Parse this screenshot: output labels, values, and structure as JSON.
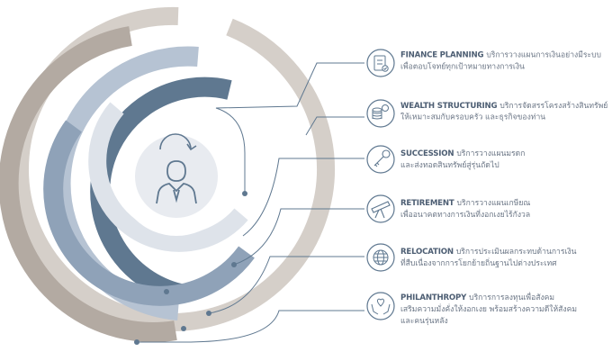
{
  "services": [
    {
      "title": "FINANCE PLANNING",
      "line1": "บริการวางแผนการเงินอย่างมีระบบ",
      "line2": "เพื่อตอบโจทย์ทุกเป้าหมายทางการเงิน",
      "line3": "",
      "icon": "checklist-icon"
    },
    {
      "title": "WEALTH STRUCTURING",
      "line1": "บริการจัดสรรโครงสร้างสินทรัพย์",
      "line2": "ให้เหมาะสมกับครอบครัว และธุรกิจของท่าน",
      "line3": "",
      "icon": "coins-icon"
    },
    {
      "title": "SUCCESSION",
      "line1": "บริการวางแผนมรดก",
      "line2": "และส่งทอดสินทรัพย์สู่รุ่นถัดไป",
      "line3": "",
      "icon": "key-icon"
    },
    {
      "title": "RETIREMENT",
      "line1": "บริการวางแผนเกษียณ",
      "line2": "เพื่ออนาคตทางการเงินที่งอกเงยไร้กังวล",
      "line3": "",
      "icon": "telescope-icon"
    },
    {
      "title": "RELOCATION",
      "line1": "บริการประเมินผลกระทบด้านการเงิน",
      "line2": "ที่สืบเนื่องจากการโยกย้ายถิ่นฐานไปต่างประเทศ",
      "line3": "",
      "icon": "globe-icon"
    },
    {
      "title": "PHILANTHROPY",
      "line1": "บริการการลงทุนเพื่อสังคม",
      "line2": "เสริมความมั่งคั่งให้งอกเงย พร้อมสร้างความดีให้สังคม",
      "line3": "และคนรุ่นหลัง",
      "icon": "hands-heart-icon"
    }
  ],
  "center": {
    "icon": "person-icon",
    "cycle_icon": "cycle-arrow-icon"
  },
  "colors": {
    "ring_outer": "#d5cfc9",
    "ring_taupe": "#b3aaa2",
    "ring_light_blue": "#b6c3d3",
    "ring_dark_blue": "#5f7890",
    "ring_mid_blue": "#8fa2b8",
    "ring_pale": "#dee3ea",
    "center_circle": "#e8ebf0",
    "line": "#5f7890",
    "text_title": "#4d5e73",
    "text_body": "#6a7585"
  }
}
